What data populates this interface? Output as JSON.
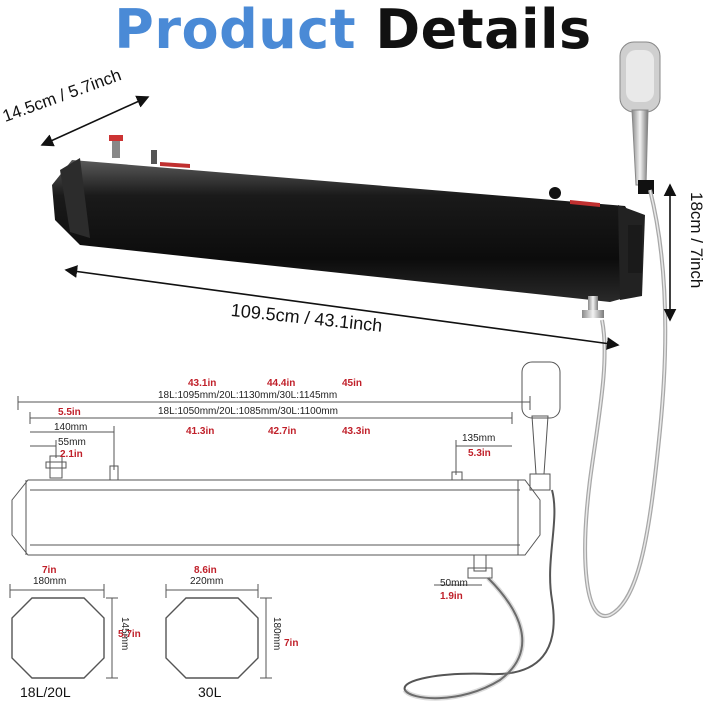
{
  "title": {
    "part1": "Product",
    "part2": "Details",
    "color_primary": "#4a8ad6",
    "color_secondary": "#111111"
  },
  "photo": {
    "width_label": "14.5cm / 5.7inch",
    "length_label": "109.5cm / 43.1inch",
    "height_label": "18cm / 7inch"
  },
  "diagram": {
    "overall_in": [
      "43.1in",
      "44.4in",
      "45in"
    ],
    "overall_mm": "18L:1095mm/20L:1130mm/30L:1145mm",
    "body_mm": "18L:1050mm/20L:1085mm/30L:1100mm",
    "body_in": [
      "41.3in",
      "42.7in",
      "43.3in"
    ],
    "left_offset_in": "5.5in",
    "left_offset_mm": "140mm",
    "valve_offset_mm": "55mm",
    "valve_offset_in": "2.1in",
    "right_offset_mm": "135mm",
    "right_offset_in": "5.3in",
    "outlet_mm": "50mm",
    "outlet_in": "1.9in",
    "small": {
      "width_in": "7in",
      "width_mm": "180mm",
      "height_mm": "145mm",
      "height_in": "5.7in",
      "label": "18L/20L"
    },
    "large": {
      "width_in": "8.6in",
      "width_mm": "220mm",
      "height_mm": "180mm",
      "height_in": "7in",
      "label": "30L"
    }
  }
}
